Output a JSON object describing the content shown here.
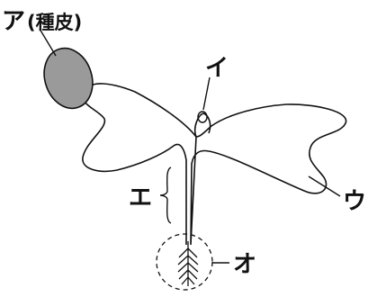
{
  "labels": {
    "a": "ア",
    "a_note": "(種皮)",
    "i": "イ",
    "u": "ウ",
    "e": "エ",
    "o": "オ"
  },
  "colors": {
    "line": "#111111",
    "seed_coat": "#9a9a9a"
  }
}
